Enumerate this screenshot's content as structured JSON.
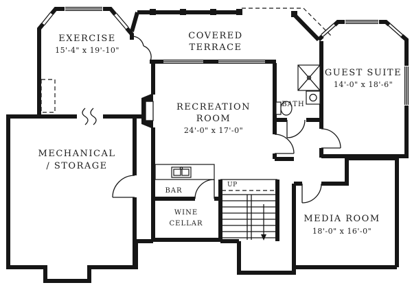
{
  "rooms": {
    "exercise": {
      "name": "EXERCISE",
      "dims": "15'-4\" x 19'-10\""
    },
    "covered_terrace": {
      "line1": "COVERED",
      "line2": "TERRACE"
    },
    "guest_suite": {
      "name": "GUEST SUITE",
      "dims": "14'-0\" x 18'-6\""
    },
    "bath": {
      "name": "BATH"
    },
    "recreation_room": {
      "line1": "RECREATION",
      "line2": "ROOM",
      "dims": "24'-0\" x 17'-0\""
    },
    "mechanical_storage": {
      "line1": "MECHANICAL",
      "line2": "/ STORAGE"
    },
    "bar": {
      "name": "BAR"
    },
    "wine_cellar": {
      "line1": "WINE",
      "line2": "CELLAR"
    },
    "media_room": {
      "name": "MEDIA ROOM",
      "dims": "18'-0\" x 16'-0\""
    },
    "stairs": {
      "label": "UP"
    }
  },
  "colors": {
    "wall": "#161616",
    "text": "#1c1c1c",
    "background": "#ffffff"
  }
}
